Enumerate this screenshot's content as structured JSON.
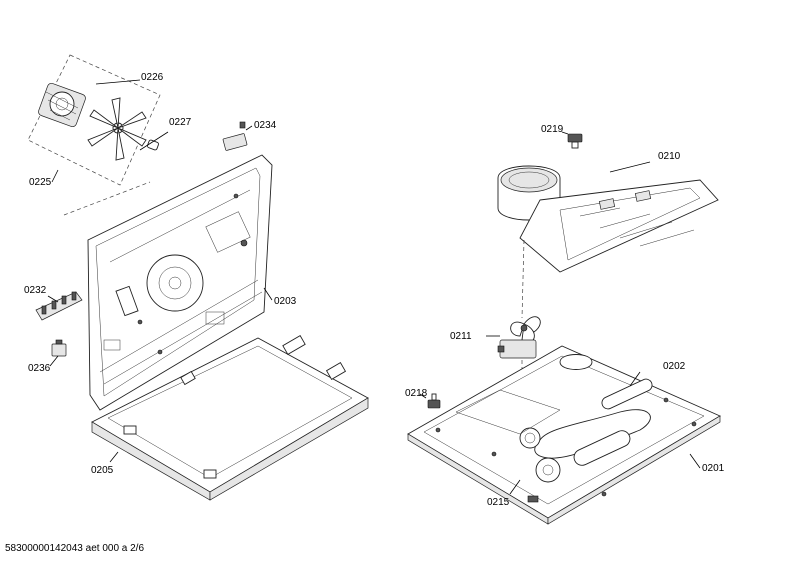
{
  "callouts": {
    "c0226": "0226",
    "c0227": "0227",
    "c0234": "0234",
    "c0225": "0225",
    "c0219": "0219",
    "c0210": "0210",
    "c0232": "0232",
    "c0203": "0203",
    "c0211": "0211",
    "c0236": "0236",
    "c0202": "0202",
    "c0218": "0218",
    "c0205": "0205",
    "c0201": "0201",
    "c0215": "0215"
  },
  "footer": "58300000142043 aet 000 a 2/6"
}
